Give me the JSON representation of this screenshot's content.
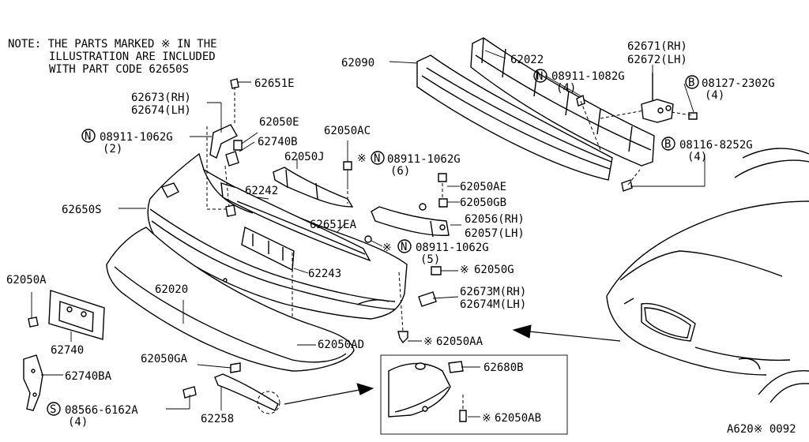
{
  "note": {
    "line1": "NOTE: THE PARTS MARKED ※ IN THE",
    "line2": "ILLUSTRATION ARE INCLUDED",
    "line3": "WITH PART CODE 62650S"
  },
  "figure_code": "A620※ 0092",
  "labels": {
    "p62651E": "62651E",
    "p62673RH": "62673(RH)",
    "p62674LH": "62674(LH)",
    "p08911_1062G_a": "08911-1062G",
    "q2": "(2)",
    "p62050E": "62050E",
    "p62740B": "62740B",
    "p62050AC": "62050AC",
    "p62050J": "62050J",
    "p08911_1062G_b": "08911-1062G",
    "q6": "(6)",
    "p62242": "62242",
    "p62650S": "62650S",
    "p62651EA": "62651EA",
    "p62050AE": "62050AE",
    "p62050GB": "62050GB",
    "p62056RH": "62056(RH)",
    "p62057LH": "62057(LH)",
    "p08911_1062G_c": "08911-1062G",
    "q5": "(5)",
    "p62243": "62243",
    "p62050G": "62050G",
    "p62673MRH": "62673M(RH)",
    "p62674MLH": "62674M(LH)",
    "p62050A": "62050A",
    "p62020": "62020",
    "p62740": "62740",
    "p62050AD": "62050AD",
    "p62050AA": "62050AA",
    "p62050GA": "62050GA",
    "p62740BA": "62740BA",
    "p08566_6162A": "08566-6162A",
    "q4a": "(4)",
    "p62258": "62258",
    "p62680B": "62680B",
    "p62050AB": "62050AB",
    "p62090": "62090",
    "p62022": "62022",
    "p08911_1082G": "08911-1082G",
    "q4b": "(4)",
    "p62671RH": "62671(RH)",
    "p62672LH": "62672(LH)",
    "p08127_2302G": "08127-2302G",
    "q4c": "(4)",
    "p08116_8252G": "08116-8252G",
    "q4d": "(4)"
  },
  "symbols": {
    "nut_n": "N",
    "bolt_b": "B",
    "screw_s": "S",
    "star": "※"
  }
}
